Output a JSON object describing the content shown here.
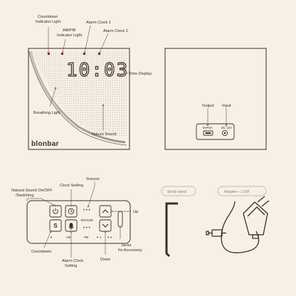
{
  "front": {
    "labels": {
      "countdown_light": [
        "Countdown",
        "Indicator Light"
      ],
      "ampm_light": [
        "AM/PM",
        "Indicator Light"
      ],
      "alarm1": "Alarm Clock 1",
      "alarm2": "Alarm Clock 2",
      "time_display": "Time Display",
      "breathing_light": "Breathing Light",
      "nature_sound": "Natura Sound"
    },
    "display_time": "10:03",
    "brand": "blonbar"
  },
  "back": {
    "output_label": "Output",
    "input_label": "Input",
    "output_spec": "5V⎓2A",
    "input_spec": "DC 12V"
  },
  "panel": {
    "labels": {
      "natural_sound_switch": [
        "Natural Sound On/OFF",
        "/Switching"
      ],
      "clock_setting": "Clock Setting",
      "snooze_label": "Snooze",
      "up": "Up",
      "countdown": "Countdown",
      "alarm_setting": [
        "Alarm Clock",
        "Setting"
      ],
      "down": "Down",
      "jacks": [
        "Jacks",
        "for Accessory"
      ]
    },
    "snooze_text": "SNOOZE",
    "s_letter": "S",
    "ind_am": "AM",
    "ind_pm": "PM",
    "ind_1": "1",
    "ind_2": "2"
  },
  "accessories": {
    "small_stand": "Small stand",
    "adapter": "Adapter---1.5M"
  },
  "colors": {
    "background": "#f7f0e7",
    "line": "#3a2e25",
    "accent_dot": "#c26a3d",
    "pill_border": "#b5aba0"
  }
}
